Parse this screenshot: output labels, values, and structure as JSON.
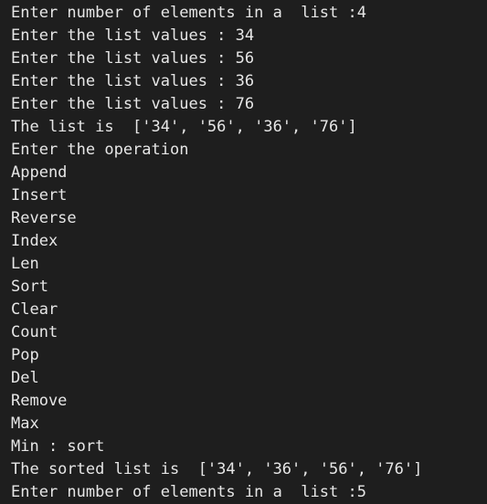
{
  "terminal": {
    "background_color": "#1e1e1e",
    "text_color": "#e6e6e6",
    "lines": [
      "Enter number of elements in a  list :4",
      "Enter the list values : 34",
      "Enter the list values : 56",
      "Enter the list values : 36",
      "Enter the list values : 76",
      "The list is  ['34', '56', '36', '76']",
      "Enter the operation",
      "Append",
      "Insert",
      "Reverse",
      "Index",
      "Len",
      "Sort",
      "Clear",
      "Count",
      "Pop",
      "Del",
      "Remove",
      "Max",
      "Min : sort",
      "The sorted list is  ['34', '36', '56', '76']",
      "Enter number of elements in a  list :5"
    ]
  }
}
